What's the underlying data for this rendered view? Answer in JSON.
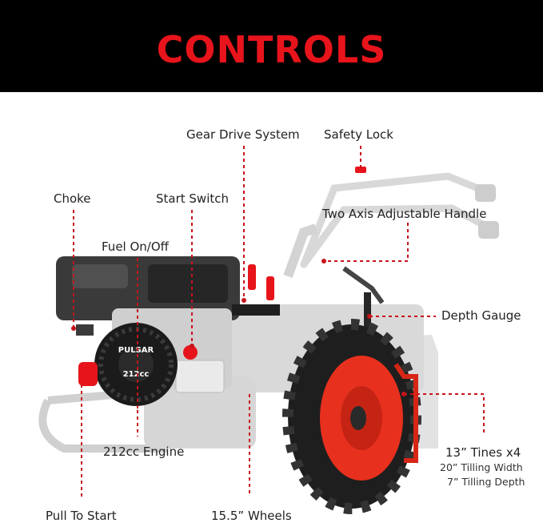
{
  "header": {
    "title": "CONTROLS"
  },
  "labels": {
    "gear_drive": "Gear Drive System",
    "safety_lock": "Safety Lock",
    "choke": "Choke",
    "start_switch": "Start Switch",
    "adjustable_handle": "Two Axis Adjustable Handle",
    "fuel": "Fuel On/Off",
    "depth_gauge": "Depth Gauge",
    "engine": "212cc Engine",
    "tines": "13” Tines x4",
    "tilling_width": "20” Tilling Width",
    "tilling_depth": "7” Tilling Depth",
    "pull_start": "Pull To Start",
    "wheels": "15.5” Wheels"
  },
  "engine_badge": {
    "brand": "PULSAR",
    "size": "212cc"
  },
  "colors": {
    "accent": "#e8141b",
    "banner": "#000000",
    "wheel_rim": "#e8301e",
    "leader": "#c8141b"
  }
}
